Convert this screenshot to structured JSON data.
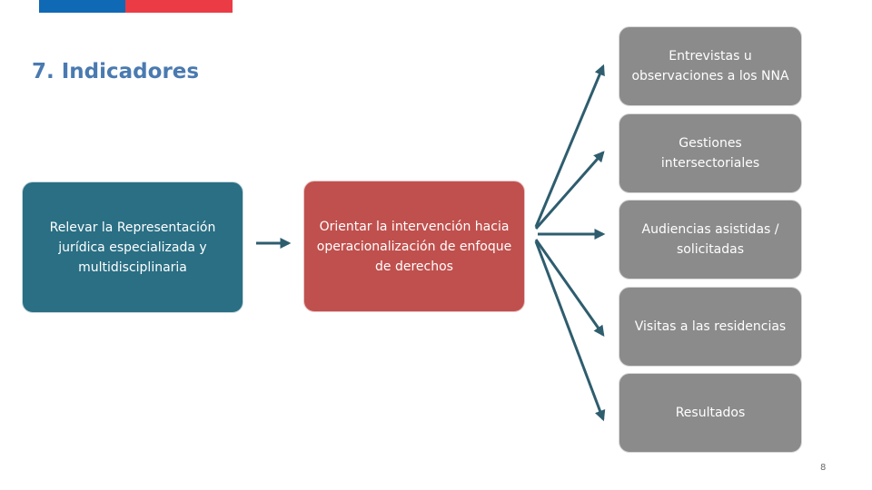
{
  "slide": {
    "title": "7. Indicadores",
    "page_number": "8"
  },
  "flow": {
    "source_box": "Relevar la Representación jurídica especializada y multidisciplinaria",
    "middle_box": "Orientar la intervención hacia operacionalización de enfoque de derechos",
    "indicators": [
      "Entrevistas u observaciones a los NNA",
      "Gestiones intersectoriales",
      "Audiencias asistidas / solicitadas",
      "Visitas a las residencias",
      "Resultados"
    ]
  },
  "colors": {
    "title": "#4a7ab0",
    "source_box": "#2a6f84",
    "middle_box": "#c0504d",
    "indicator_box": "#8b8b8b",
    "arrow": "#2e5d6e",
    "flag_blue": "#0f69b4",
    "flag_red": "#eb3c46"
  }
}
